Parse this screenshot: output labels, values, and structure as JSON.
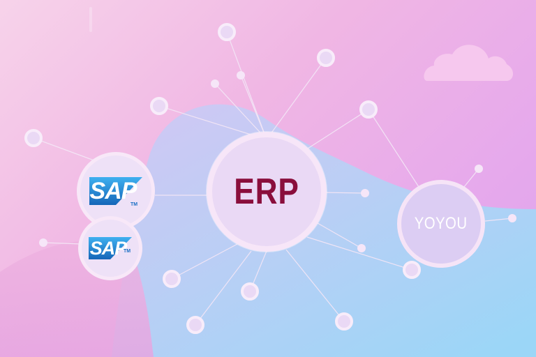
{
  "scene": {
    "hub_label": "ERP",
    "right_node_label": "YOYOU",
    "left_logo_1": "SAP",
    "left_logo_2": "SAP",
    "trademark": "TM"
  },
  "colors": {
    "erp_text": "#8a0e3c",
    "sap_blue": "#1a82d6",
    "node_fill": "#ead9f5",
    "link_line": "#f3e6f6"
  },
  "icons": [
    "cloud-icon",
    "sap-logo-icon"
  ]
}
